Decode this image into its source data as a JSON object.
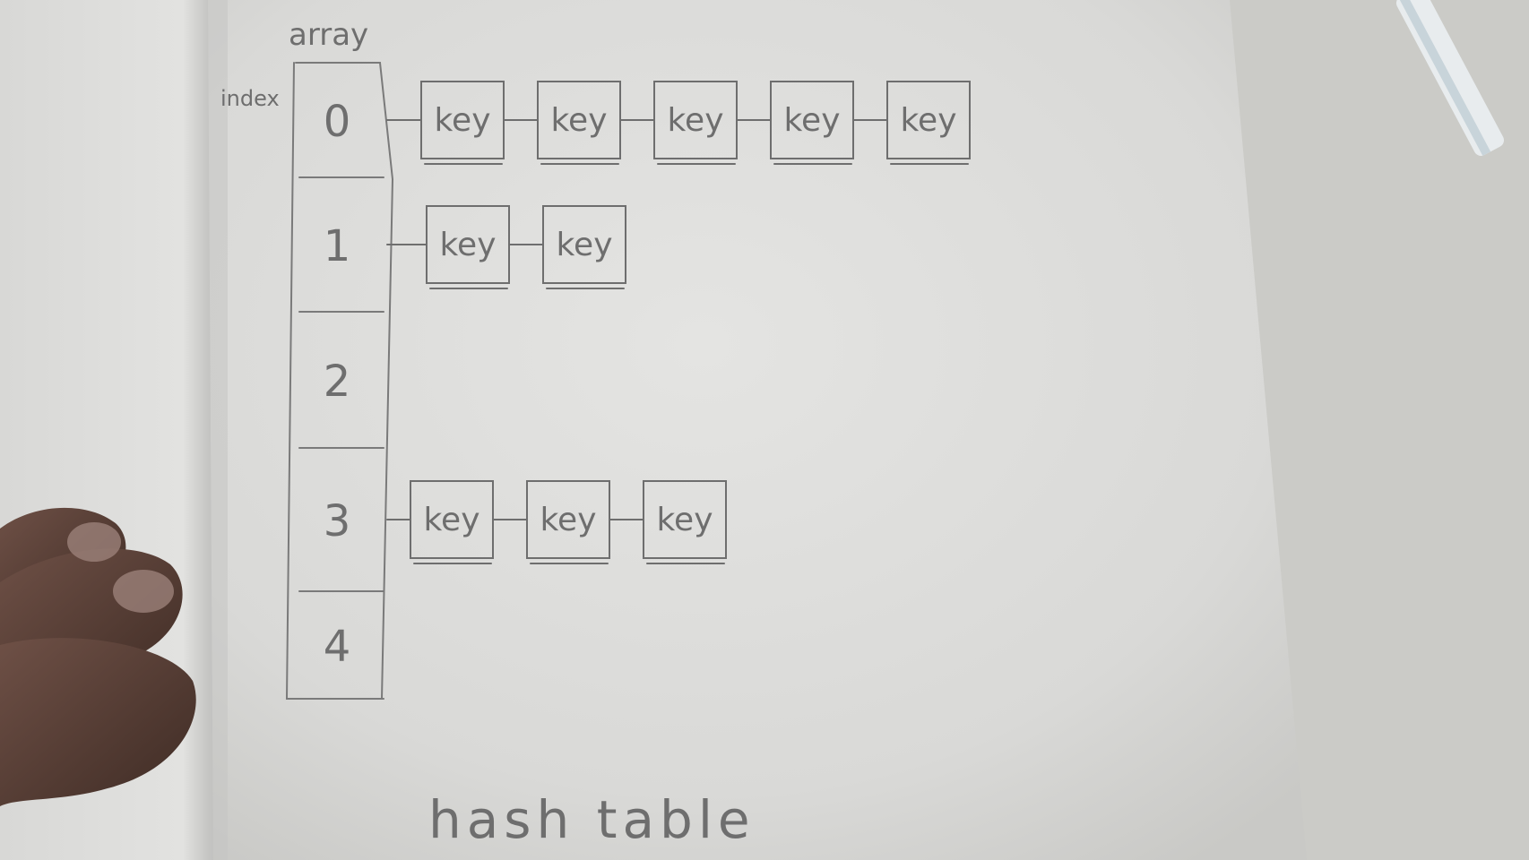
{
  "diagram": {
    "array_label": "array",
    "index_label": "index",
    "caption": "hash table",
    "ink_color": "#6e6e6e",
    "paper_color": "#dedede",
    "rows": [
      {
        "index": "0",
        "keys": [
          "key",
          "key",
          "key",
          "key",
          "key"
        ]
      },
      {
        "index": "1",
        "keys": [
          "key",
          "key"
        ]
      },
      {
        "index": "2",
        "keys": []
      },
      {
        "index": "3",
        "keys": [
          "key",
          "key",
          "key"
        ]
      },
      {
        "index": "4",
        "keys": []
      }
    ]
  }
}
